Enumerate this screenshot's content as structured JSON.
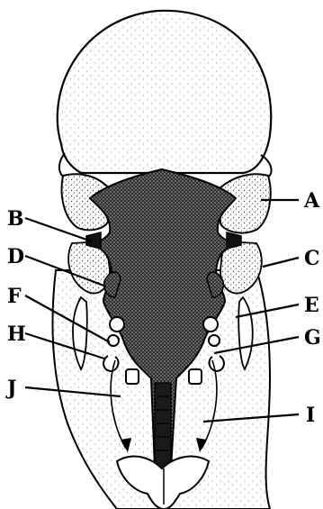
{
  "labels": {
    "a": "A",
    "b": "B",
    "c": "C",
    "d": "D",
    "e": "E",
    "f": "F",
    "g": "G",
    "h": "H",
    "i": "I",
    "j": "J"
  },
  "colors": {
    "ink": "#000000",
    "paper": "#ffffff",
    "stipple": "#5a5a5a",
    "fill_dark": "#111111"
  }
}
